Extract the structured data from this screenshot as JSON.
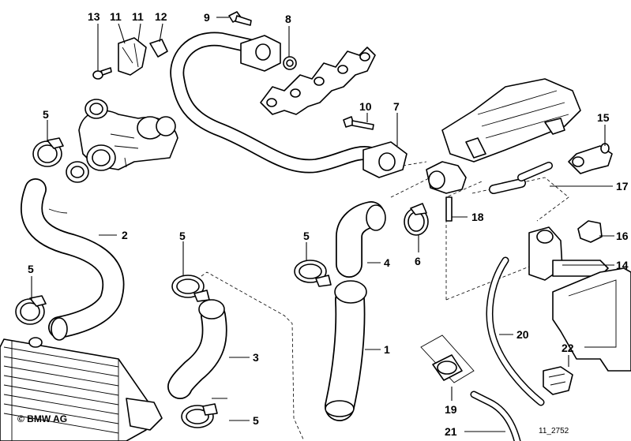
{
  "copyright": "© BMW AG",
  "diagram_id": "11_2752",
  "callouts": {
    "c1": "1",
    "c2": "2",
    "c3": "3",
    "c4": "4",
    "c5a": "5",
    "c5b": "5",
    "c5c": "5",
    "c5d": "5",
    "c5e": "5",
    "c6": "6",
    "c7": "7",
    "c8": "8",
    "c9": "9",
    "c10": "10",
    "c11a": "11",
    "c11b": "11",
    "c12": "12",
    "c13": "13",
    "c14": "14",
    "c15": "15",
    "c16": "16",
    "c17": "17",
    "c18": "18",
    "c19": "19",
    "c20": "20",
    "c21": "21",
    "c22": "22"
  }
}
